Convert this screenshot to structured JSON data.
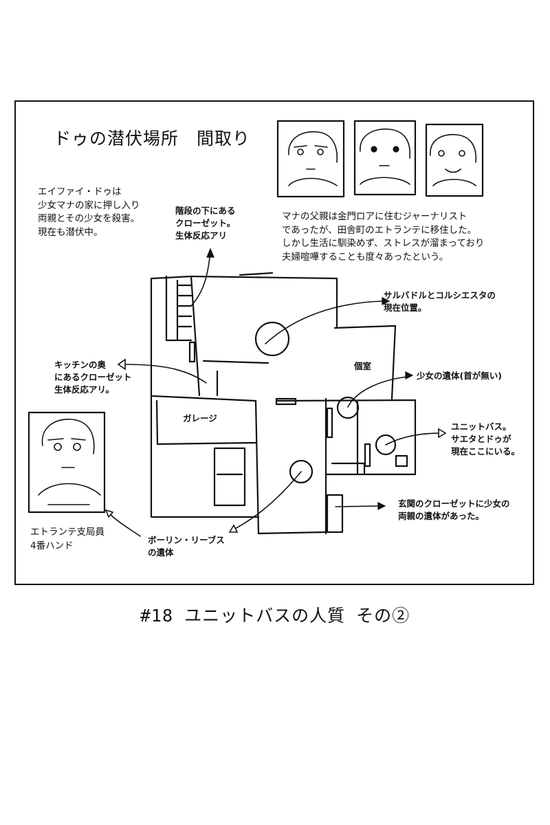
{
  "title": "ドゥの潜伏場所　間取り",
  "intro": [
    "エイファイ・ドゥは",
    "少女マナの家に押し入り",
    "両親とその少女を殺害。",
    "現在も潜伏中。"
  ],
  "background": [
    "マナの父親は金門ロアに住むジャーナリスト",
    "であったが、田舎町のエトランテに移住した。",
    "しかし生活に馴染めず、ストレスが溜まっており",
    "夫婦喧嘩することも度々あったという。"
  ],
  "labels": {
    "stairs_closet": [
      "階段の下にある",
      "クローゼット。",
      "生体反応アリ"
    ],
    "position": [
      "サルバドルとコルシエスタの",
      "現在位置。"
    ],
    "kitchen_closet": [
      "キッチンの奥",
      "にあるクローゼット",
      "生体反応アリ。"
    ],
    "private_room": "個室",
    "girl_body": "少女の遺体(首が無い)",
    "garage": "ガレージ",
    "unit_bath": [
      "ユニットバス。",
      "サエタとドゥが",
      "現在ここにいる。"
    ],
    "parents": [
      "玄関のクローゼットに少女の",
      "両親の遺体があった。"
    ],
    "boring": [
      "ボーリン・リーブス",
      "の遺体"
    ],
    "branch": [
      "エトランテ支局員",
      "4番ハンド"
    ]
  },
  "episode": "#18 ユニットバスの人質 その②"
}
